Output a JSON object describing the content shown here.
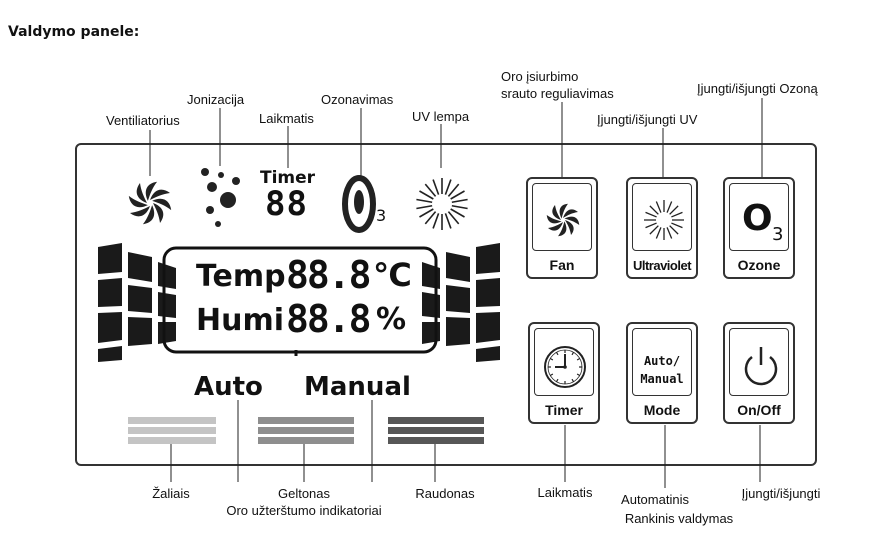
{
  "heading": "Valdymo panele:",
  "callouts": {
    "fan": "Ventiliatorius",
    "ionization": "Jonizacija",
    "timer": "Laikmatis",
    "ozone": "Ozonavimas",
    "uv_lamp": "UV lempa",
    "airflow_line1": "Oro įsiurbimo",
    "airflow_line2": "srauto reguliavimas",
    "uv_toggle": "Įjungti/išjungti UV",
    "ozone_toggle": "Įjungti/išjungti Ozoną",
    "green": "Žaliais",
    "yellow": "Geltonas",
    "pollution_indicators": "Oro užterštumo indikatoriai",
    "red": "Raudonas",
    "timer_btn": "Laikmatis",
    "mode_line1": "Automatinis",
    "mode_line2": "Rankinis valdymas",
    "power": "Įjungti/išjungti"
  },
  "display": {
    "timer_label": "Timer",
    "timer_digits": "88",
    "temp_label": "Temp",
    "temp_digits": "88.8",
    "temp_unit": "℃",
    "humi_label": "Humi",
    "humi_digits": "88.8",
    "humi_unit": "%",
    "ozone_sub": "3",
    "auto": "Auto",
    "manual": "Manual"
  },
  "buttons": {
    "fan": "Fan",
    "ultraviolet": "Ultraviolet",
    "ozone": "Ozone",
    "ozone_symbol": "O",
    "ozone_sub": "3",
    "timer": "Timer",
    "mode": "Mode",
    "mode_face_line1": "Auto/",
    "mode_face_line2": "Manual",
    "power": "On/Off"
  },
  "colors": {
    "green_bar": "#c4c4c4",
    "yellow_bar": "#8e8e8e",
    "red_bar": "#575757",
    "outline": "#333333"
  }
}
